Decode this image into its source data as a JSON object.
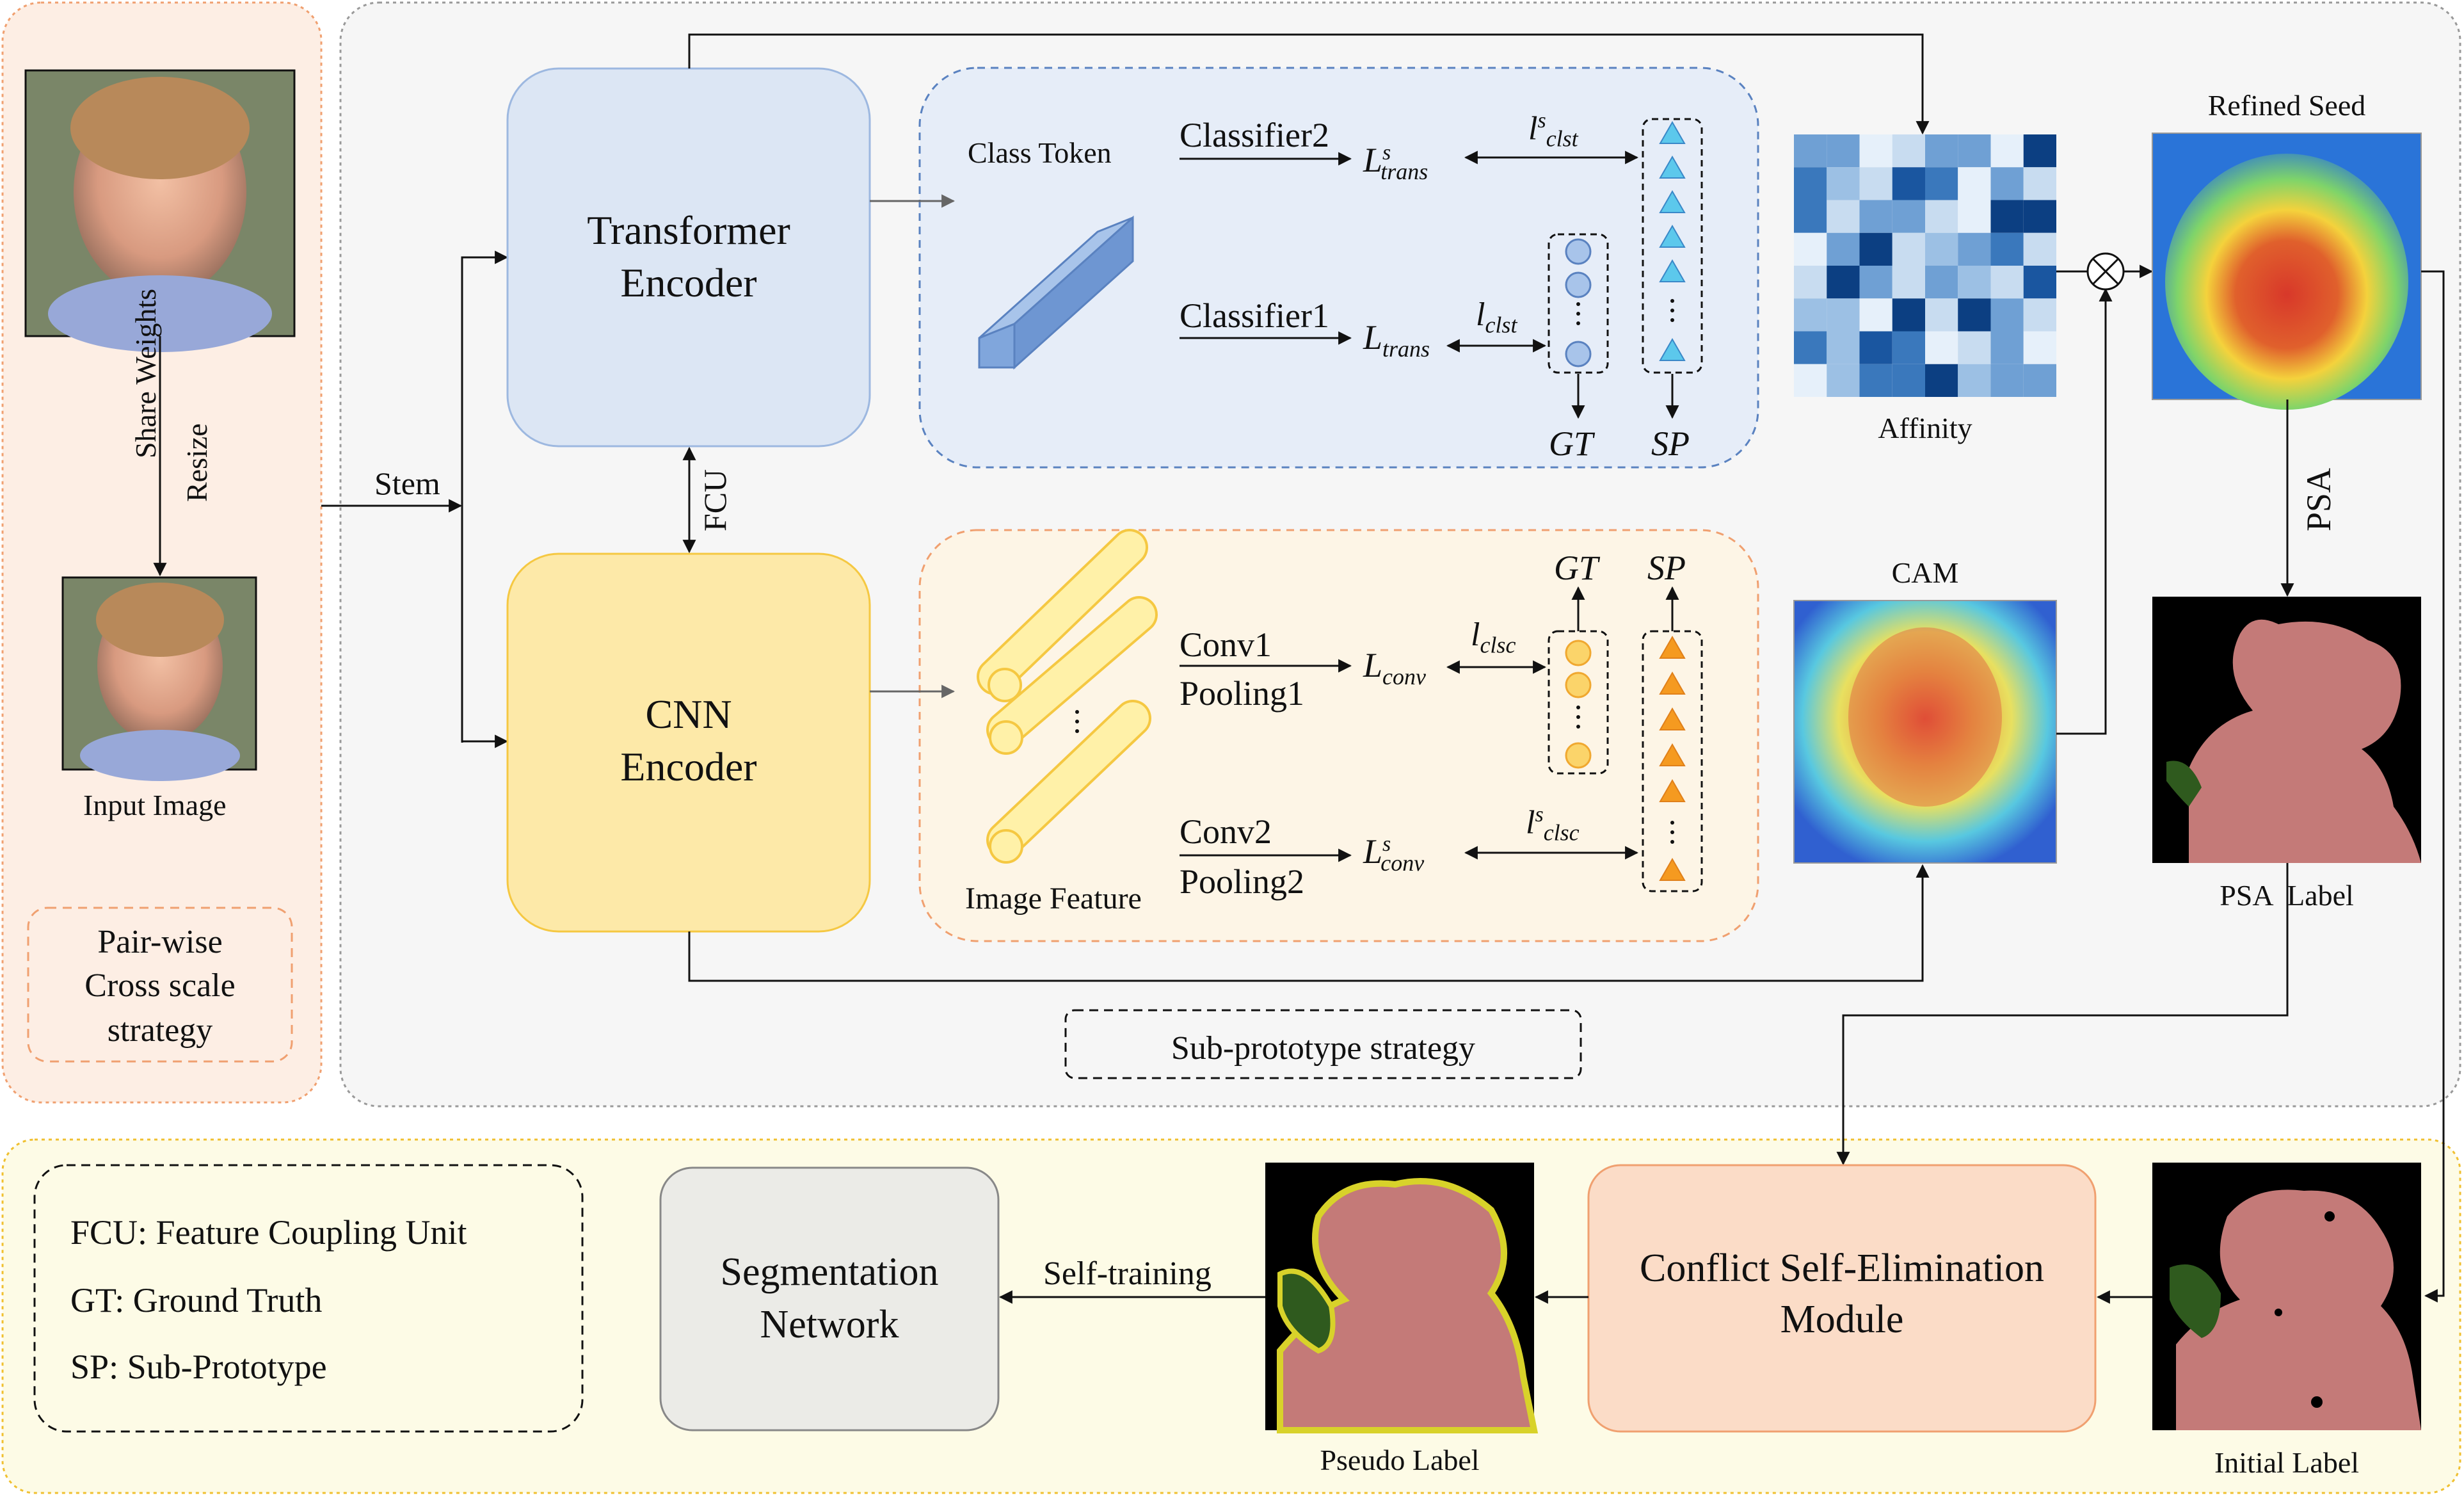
{
  "input": {
    "caption": "Input Image",
    "share_weights": "Share Weights",
    "resize": "Resize"
  },
  "stem": "Stem",
  "fcu": "FCU",
  "strategy_box": {
    "line1": "Pair-wise",
    "line2": "Cross scale",
    "line3": "strategy"
  },
  "transformer": {
    "line1": "Transformer",
    "line2": "Encoder"
  },
  "cnn": {
    "line1": "CNN",
    "line2": "Encoder"
  },
  "class_token": "Class Token",
  "image_feature": "Image Feature",
  "classifier2": "Classifier2",
  "classifier1": "Classifier1",
  "conv1": "Conv1",
  "pooling1": "Pooling1",
  "conv2": "Conv2",
  "pooling2": "Pooling2",
  "losses": {
    "l_trans_s_base": "L",
    "l_trans_s_sup": "s",
    "l_trans_s_sub": "trans",
    "l_trans_base": "L",
    "l_trans_sub": "trans",
    "l_conv_base": "L",
    "l_conv_sub": "conv",
    "l_conv_s_base": "L",
    "l_conv_s_sup": "s",
    "l_conv_s_sub": "conv",
    "lclst_s_base": "l",
    "lclst_s_sup": "s",
    "lclst_s_sub": "clst",
    "lclst_base": "l",
    "lclst_sub": "clst",
    "lclsc_base": "l",
    "lclsc_sub": "clsc",
    "lclsc_s_base": "l",
    "lclsc_s_sup": "s",
    "lclsc_s_sub": "clsc"
  },
  "gt": "GT",
  "sp": "SP",
  "affinity": "Affinity",
  "cam": "CAM",
  "refined_seed": "Refined Seed",
  "psa": "PSA",
  "psa_label": "PSA  Label",
  "sub_prototype": "Sub-prototype strategy",
  "legend": {
    "fcu": "FCU: Feature Coupling Unit",
    "gt": "GT: Ground Truth",
    "sp": "SP: Sub-Prototype"
  },
  "segmentation": {
    "line1": "Segmentation",
    "line2": "Network"
  },
  "self_training": "Self-training",
  "pseudo_label": "Pseudo Label",
  "conflict": {
    "line1": "Conflict Self-Elimination",
    "line2": "Module"
  },
  "initial_label": "Initial Label",
  "colors": {
    "left_panel": "#fdeee4",
    "left_border": "#f0a070",
    "main_panel": "#f6f6f6",
    "bottom_panel": "#fdfbe6",
    "transformer_fill": "#dce6f4",
    "cnn_fill": "#fde9a8",
    "conflict_fill": "#fbdcc7",
    "seg_fill": "#ebebe7",
    "person_mask": "#c47a78",
    "mask_green": "#2f5a1e",
    "mask_yellow": "#d8d22a"
  }
}
